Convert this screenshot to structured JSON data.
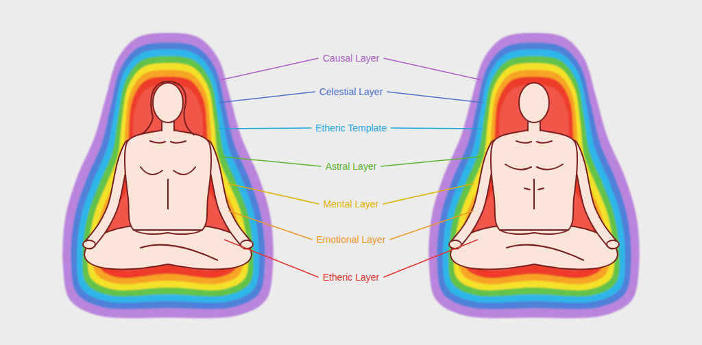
{
  "diagram": {
    "labels": [
      "Causal Layer",
      "Celestial Layer",
      "Etheric Template",
      "Astral Layer",
      "Mental Layer",
      "Emotional Layer",
      "Etheric Layer"
    ]
  }
}
